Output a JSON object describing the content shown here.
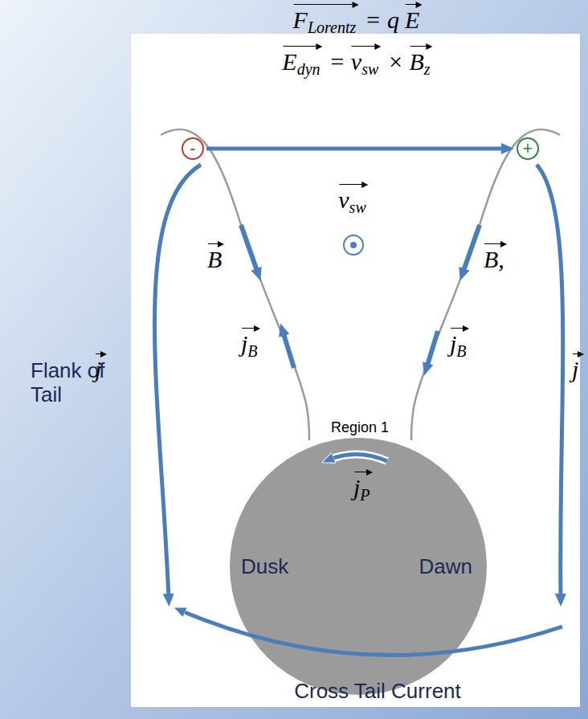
{
  "diagram": {
    "nodes": [
      {
        "text": [
          "-"
        ]
      },
      {
        "text": [
          "+"
        ]
      },
      {
        "text": [
          "Dusk",
          "Dawn"
        ]
      }
    ],
    "edges": [
      {
        "from": 0,
        "to": 1,
        "arrow": "to"
      }
    ],
    "labels": [
      "F",
      "Lorentz",
      "= q",
      "E",
      "E",
      "dyn",
      "=",
      "v",
      "sw",
      "×",
      "B",
      "z",
      "v",
      "sw",
      "B",
      "B,",
      "Flank of Tail",
      "j",
      "j",
      "B",
      "j",
      "B",
      "j",
      "Region 1",
      "j",
      "P",
      "Cross Tail Current"
    ]
  }
}
